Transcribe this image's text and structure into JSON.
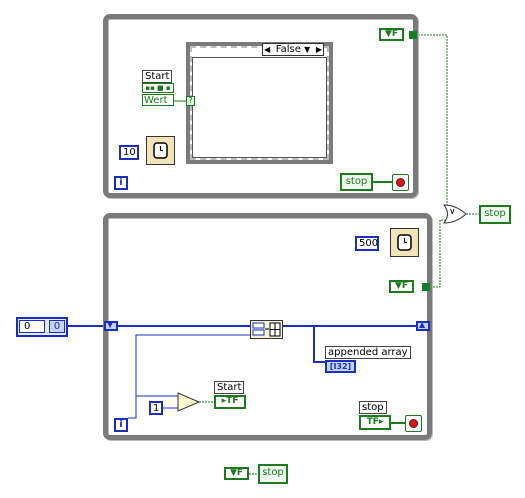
{
  "top_loop": {
    "case_selector_value": "False",
    "cluster_label": "Start",
    "cluster_element": "Wert",
    "wait_constant": "10",
    "loop_counter": "i",
    "bool_terminal": "F",
    "stop_label": "stop"
  },
  "or_node": "∨",
  "stop_indicator_right": "stop",
  "bottom_loop": {
    "wait_constant": "500",
    "bool_terminal": "F",
    "array_control_value": "0",
    "array_index_value": "0",
    "appended_array_label": "appended array",
    "appended_array_type": "[I32]",
    "compare_constant": "1",
    "start_indicator_label": "Start",
    "start_indicator_type": "TF",
    "stop_label": "stop",
    "stop_type": "TF",
    "loop_counter": "i"
  },
  "bottom_local": {
    "bool_terminal": "F",
    "stop_label": "stop"
  },
  "colors": {
    "loop_border": "#7a7a7a",
    "numeric_wire": "#1a2fbf",
    "boolean_wire": "#1d7a1d",
    "timer_fill": "#f1e4b8"
  }
}
